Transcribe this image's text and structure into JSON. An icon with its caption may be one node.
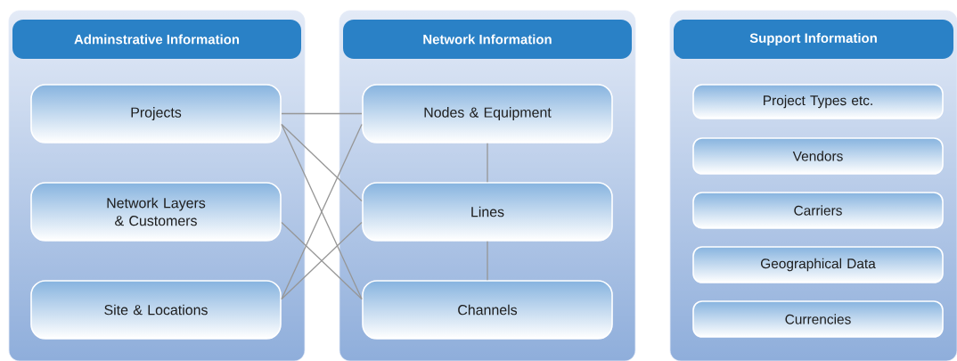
{
  "diagram": {
    "nodes": [
      {
        "text": [
          "Adminstrative Information"
        ]
      },
      {
        "text": [
          "Network Information"
        ]
      },
      {
        "text": [
          "Support Information"
        ]
      },
      {
        "text": [
          "Projects"
        ],
        "in": 0
      },
      {
        "text": [
          "Network Layers & Customers"
        ],
        "in": 0
      },
      {
        "text": [
          "Site & Locations"
        ],
        "in": 0
      },
      {
        "text": [
          "Nodes & Equipment"
        ],
        "in": 1
      },
      {
        "text": [
          "Lines"
        ],
        "in": 1
      },
      {
        "text": [
          "Channels"
        ],
        "in": 1
      },
      {
        "text": [
          "Project Types etc."
        ],
        "in": 2
      },
      {
        "text": [
          "Vendors"
        ],
        "in": 2
      },
      {
        "text": [
          "Carriers"
        ],
        "in": 2
      },
      {
        "text": [
          "Geographical Data"
        ],
        "in": 2
      },
      {
        "text": [
          "Currencies"
        ],
        "in": 2
      }
    ],
    "edges": [
      {
        "from": 3,
        "to": 6,
        "arrow": "none"
      },
      {
        "from": 3,
        "to": 7,
        "arrow": "none"
      },
      {
        "from": 3,
        "to": 8,
        "arrow": "none"
      },
      {
        "from": 4,
        "to": 8,
        "arrow": "none"
      },
      {
        "from": 5,
        "to": 6,
        "arrow": "none"
      },
      {
        "from": 5,
        "to": 7,
        "arrow": "none"
      },
      {
        "from": 6,
        "to": 7,
        "arrow": "none"
      },
      {
        "from": 7,
        "to": 8,
        "arrow": "none"
      }
    ]
  }
}
